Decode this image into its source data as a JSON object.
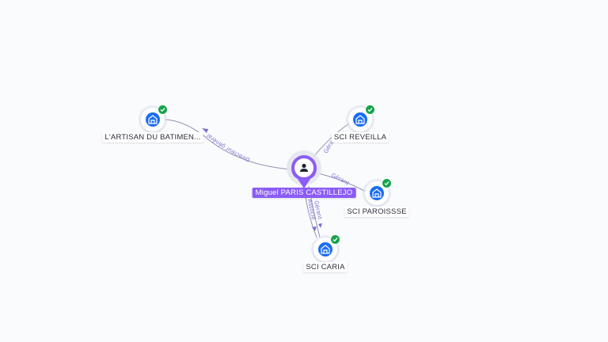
{
  "person": {
    "name": "Miguel PARIS CASTILLEJO",
    "icon": "person-icon",
    "color": "#8b5cf6"
  },
  "companies": [
    {
      "id": "artisan",
      "name": "L'ARTISAN DU BATIMEN...",
      "icon": "building-icon",
      "status_icon": "check-icon"
    },
    {
      "id": "reveilla",
      "name": "SCI REVEILLA",
      "icon": "building-icon",
      "status_icon": "check-icon"
    },
    {
      "id": "paroissse",
      "name": "SCI PAROISSSE",
      "icon": "building-icon",
      "status_icon": "check-icon"
    },
    {
      "id": "caria",
      "name": "SCI CARIA",
      "icon": "building-icon",
      "status_icon": "check-icon"
    }
  ],
  "edges": [
    {
      "to": "artisan",
      "label": "Directeur général"
    },
    {
      "to": "reveilla",
      "label": "Gérant"
    },
    {
      "to": "paroissse",
      "label": "Gérant"
    },
    {
      "to": "caria",
      "label": "Gérant"
    },
    {
      "to": "caria",
      "label": "Associé"
    }
  ],
  "colors": {
    "company": "#1a6df2",
    "active_badge": "#16a34a",
    "edge": "#8f92ad",
    "edge_label": "#7b6fd4"
  }
}
